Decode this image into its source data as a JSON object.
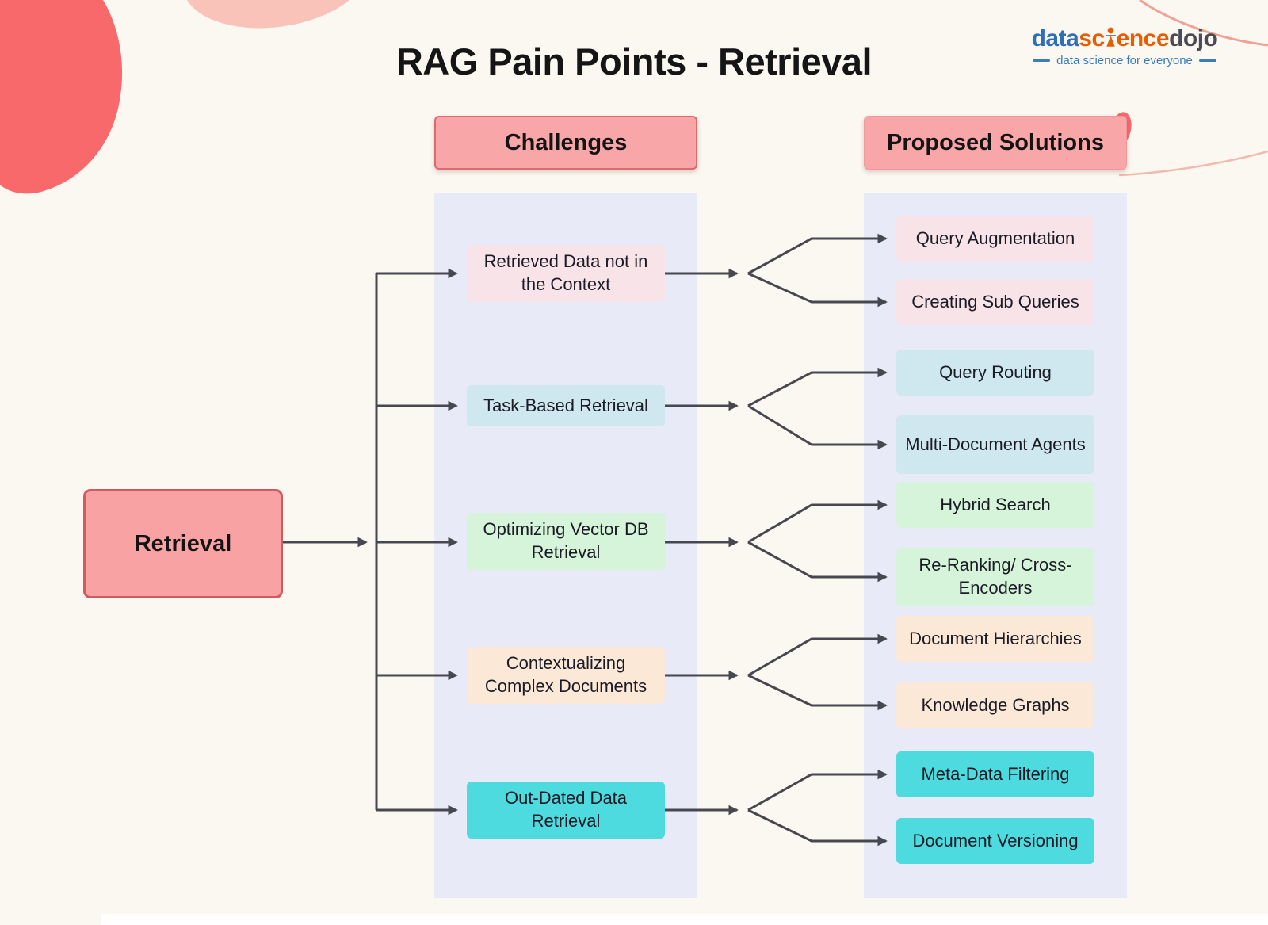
{
  "title": "RAG Pain Points - Retrieval",
  "brand": {
    "logo_data": "data",
    "logo_sc": "sc",
    "logo_ence": "ence",
    "logo_dojo": "dojo",
    "tagline": "data science for everyone"
  },
  "columns": {
    "challenges_header": "Challenges",
    "solutions_header": "Proposed Solutions"
  },
  "root_label": "Retrieval",
  "rows": [
    {
      "challenge": "Retrieved Data not in the Context",
      "solutions": [
        "Query Augmentation",
        "Creating Sub Queries"
      ],
      "color": "#F7E3E8"
    },
    {
      "challenge": "Task-Based Retrieval",
      "solutions": [
        "Query Routing",
        "Multi-Document Agents"
      ],
      "color": "#CFE7EF"
    },
    {
      "challenge": "Optimizing Vector DB Retrieval",
      "solutions": [
        "Hybrid Search",
        "Re-Ranking/ Cross-Encoders"
      ],
      "color": "#D5F4DA"
    },
    {
      "challenge": "Contextualizing Complex Documents",
      "solutions": [
        "Document Hierarchies",
        "Knowledge Graphs"
      ],
      "color": "#FBE8D6"
    },
    {
      "challenge": "Out-Dated Data Retrieval",
      "solutions": [
        "Meta-Data Filtering",
        "Document Versioning"
      ],
      "color": "#4EDBE0"
    }
  ],
  "colors": {
    "background_cream": "#FBF8F1",
    "band_lavender": "#E9EAF7",
    "header_pink": "#F9A6A9",
    "root_pink": "#F9A2A4",
    "root_border": "#D05A60",
    "connector_gray": "#47474F",
    "blob_coral": "#F8696C",
    "blob_light_pink": "#F9C3B9",
    "logo_blue": "#2E6FB7",
    "logo_orange": "#E85D04",
    "logo_dark": "#4B4B55"
  }
}
